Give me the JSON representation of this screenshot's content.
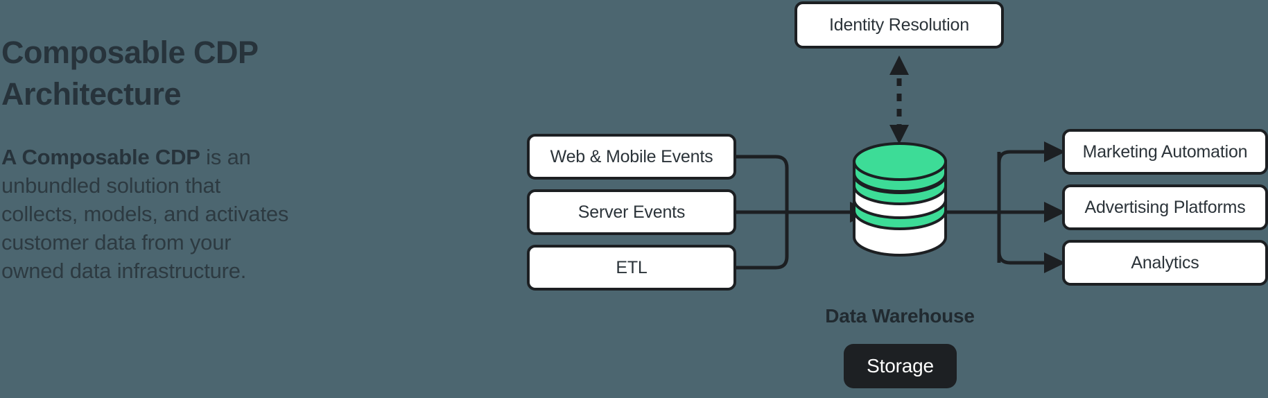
{
  "theme": {
    "background": "#4c6670",
    "ink": "#1c1f22",
    "text_dark": "#27333b",
    "accent_green": "#3ddc97",
    "node_fill": "#ffffff",
    "pill_fill": "#1d2023",
    "pill_text": "#ffffff"
  },
  "left": {
    "headline": "Composable CDP Architecture",
    "body_lead": "A Composable CDP",
    "body_rest": " is an unbundled solution that collects, models, and activates customer data from your owned data infrastructure."
  },
  "diagram": {
    "top_node": {
      "label": "Identity Resolution"
    },
    "inputs": [
      {
        "label": "Web & Mobile Events"
      },
      {
        "label": "Server Events"
      },
      {
        "label": "ETL"
      }
    ],
    "center": {
      "caption": "Data Warehouse",
      "badge": "Storage",
      "icon": "database-cylinder-icon"
    },
    "outputs": [
      {
        "label": "Marketing Automation"
      },
      {
        "label": "Advertising Platforms"
      },
      {
        "label": "Analytics"
      }
    ],
    "connectors": {
      "inputs_to_warehouse": "solid-arrow",
      "warehouse_to_outputs": "solid-arrow",
      "identity_to_warehouse": "dashed-double-arrow"
    }
  }
}
